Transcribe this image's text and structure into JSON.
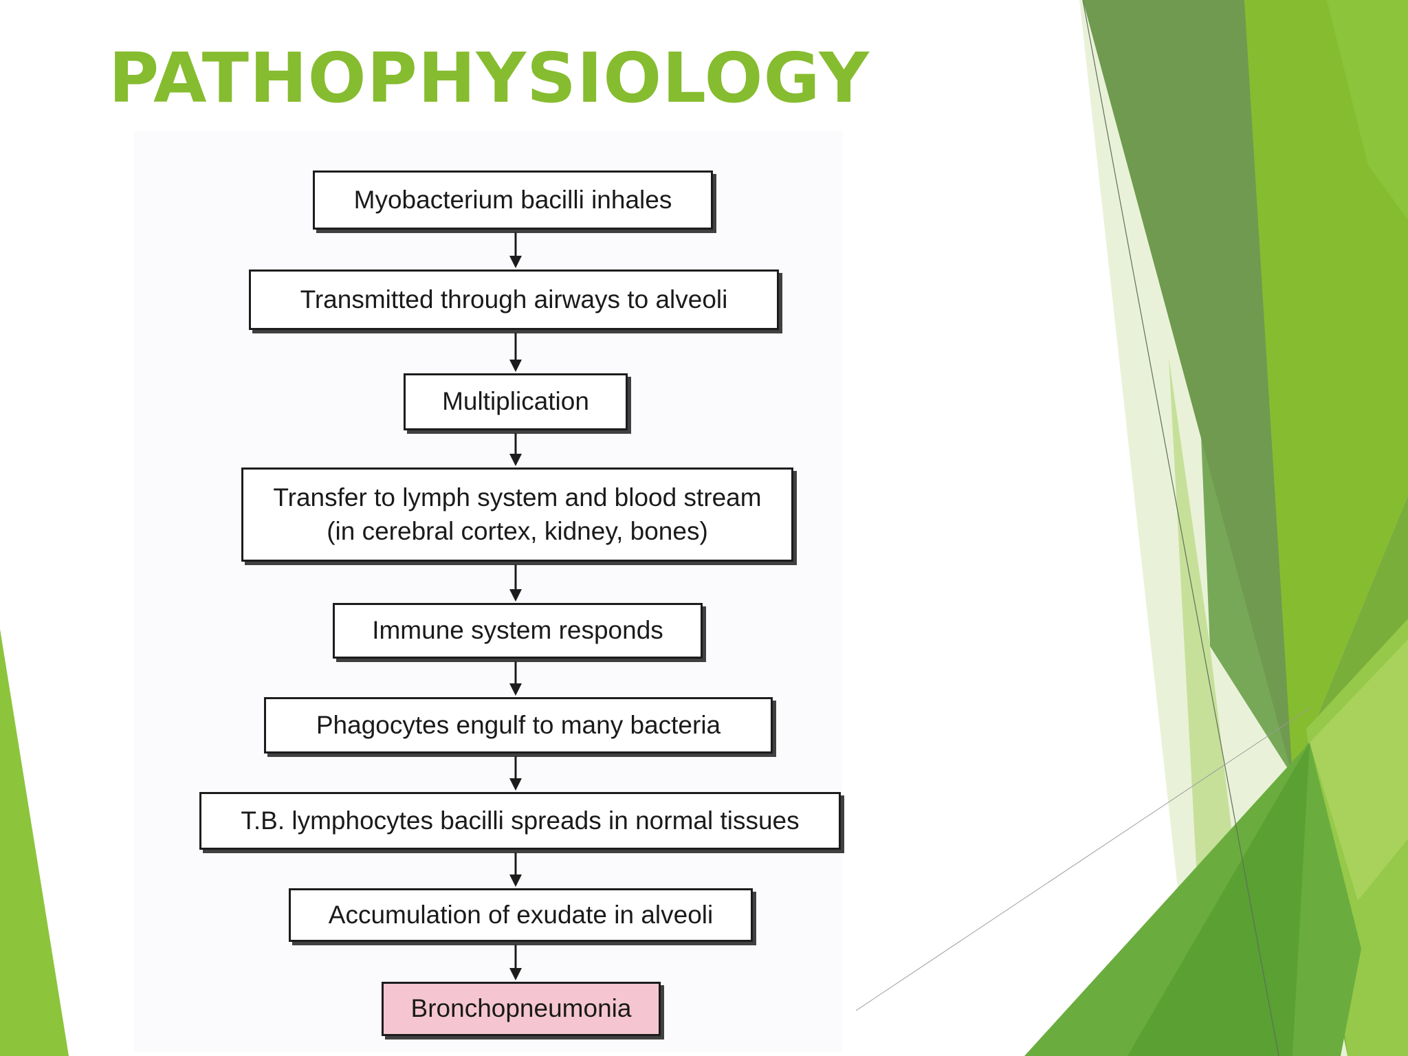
{
  "title": "PATHOPHYSIOLOGY",
  "steps": [
    {
      "lines": [
        "Myobacterium bacilli inhales"
      ]
    },
    {
      "lines": [
        "Transmitted through airways to alveoli"
      ]
    },
    {
      "lines": [
        "Multiplication"
      ]
    },
    {
      "lines": [
        "Transfer to lymph system and blood stream",
        "(in cerebral cortex, kidney, bones)"
      ]
    },
    {
      "lines": [
        "Immune system responds"
      ]
    },
    {
      "lines": [
        "Phagocytes engulf to many bacteria"
      ]
    },
    {
      "lines": [
        "T.B. lymphocytes bacilli spreads in normal tissues"
      ]
    },
    {
      "lines": [
        "Accumulation of exudate in alveoli"
      ]
    },
    {
      "lines": [
        "Bronchopneumonia"
      ]
    }
  ],
  "colors": {
    "title": "#86bc2f",
    "final_box": "#f5c6d1",
    "accent_dark": "#6f9a4f",
    "accent_light": "#8cc43c"
  }
}
